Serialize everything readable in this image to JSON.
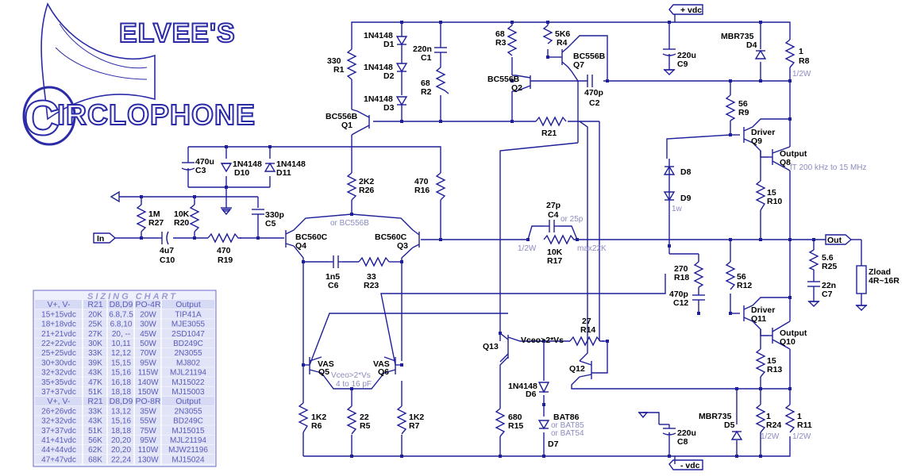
{
  "logo": {
    "line1": "ELVEE'S",
    "line2": "IRCLOPHONE",
    "big_letter": "C"
  },
  "components": {
    "d1": [
      "1N4148",
      "D1"
    ],
    "d2": [
      "1N4148",
      "D2"
    ],
    "d3": [
      "1N4148",
      "D3"
    ],
    "c1": [
      "220n",
      "C1"
    ],
    "r2": [
      "68",
      "R2"
    ],
    "r1": [
      "330",
      "R1"
    ],
    "q1": [
      "BC556B",
      "Q1"
    ],
    "r3": [
      "68",
      "R3"
    ],
    "r4": [
      "5K6",
      "R4"
    ],
    "q7": [
      "BC556B",
      "Q7"
    ],
    "q2": [
      "BC556B",
      "Q2"
    ],
    "c2": [
      "470p",
      "C2"
    ],
    "c9": [
      "220u",
      "C9"
    ],
    "d4": [
      "MBR735",
      "D4"
    ],
    "r8": [
      "1",
      "R8",
      "1/2W"
    ],
    "r9": [
      "56",
      "R9"
    ],
    "q9": [
      "Driver",
      "Q9"
    ],
    "q8": [
      "Output",
      "Q8"
    ],
    "ft": "fT 200 kHz to 15 MHz",
    "r21": [
      "R21"
    ],
    "c3": [
      "470u",
      "C3"
    ],
    "d10": [
      "1N4148",
      "D10"
    ],
    "d11": [
      "1N4148",
      "D11"
    ],
    "r26": [
      "2K2",
      "R26"
    ],
    "r16": [
      "470",
      "R16"
    ],
    "d8": "D8",
    "d9": "D9",
    "w1": "1w",
    "r10": [
      "15",
      "R10"
    ],
    "r27": [
      "1M",
      "R27"
    ],
    "r20": [
      "10K",
      "R20"
    ],
    "c5": [
      "330p",
      "C5"
    ],
    "orbc": "or BC556B",
    "in": "In",
    "c10": [
      "4u7",
      "C10"
    ],
    "r19": [
      "470",
      "R19"
    ],
    "q4": [
      "BC560C",
      "Q4"
    ],
    "q3": [
      "BC560C",
      "Q3"
    ],
    "c4": [
      "27p",
      "C4",
      "or 25p"
    ],
    "r17": [
      "10K",
      "R17",
      "1/2W",
      "max22K"
    ],
    "out": "Out",
    "r25": [
      "5.6",
      "R25"
    ],
    "c7": [
      "22n",
      "C7"
    ],
    "zload": [
      "Zload",
      "4R~16R"
    ],
    "c6": [
      "1n5",
      "C6"
    ],
    "r23": [
      "33",
      "R23"
    ],
    "r18": [
      "270",
      "R18"
    ],
    "c12": [
      "470p",
      "C12"
    ],
    "r12": [
      "56",
      "R12"
    ],
    "q11": [
      "Driver",
      "Q11"
    ],
    "q10": [
      "Output",
      "Q10"
    ],
    "q13": "Q13",
    "vceo": "Vceo>2*Vs",
    "r14": [
      "27",
      "R14"
    ],
    "q12": "Q12",
    "q5": [
      "VAS",
      "Q5"
    ],
    "q6": [
      "VAS",
      "Q6"
    ],
    "vasnote": [
      "Vceo>2*Vs",
      "4 to 16 pF"
    ],
    "d6": [
      "1N4148",
      "D6"
    ],
    "d7": [
      "BAT86",
      "D7",
      "or BAT85",
      "or BAT54"
    ],
    "r13": [
      "15",
      "R13"
    ],
    "r6": [
      "1K2",
      "R6"
    ],
    "r5": [
      "22",
      "R5"
    ],
    "r7": [
      "1K2",
      "R7"
    ],
    "r15": [
      "680",
      "R15"
    ],
    "c8": [
      "220u",
      "C8"
    ],
    "d5": [
      "MBR735",
      "D5"
    ],
    "r24": [
      "1",
      "R24",
      "1/2W"
    ],
    "r11": [
      "1",
      "R11",
      "1/2W"
    ],
    "vdc_top": "+ vdc",
    "vdc_bot": "- vdc"
  },
  "sizing_chart": {
    "title": "SIZING  CHART",
    "header_a": [
      "V+, V-",
      "R21",
      "D8,D9",
      "PO-4R",
      "Output"
    ],
    "rows_a": [
      [
        "15+15vdc",
        "20K",
        "6.8,7.5",
        "20W",
        "TIP41A"
      ],
      [
        "18+18vdc",
        "25K",
        "6.8,10",
        "30W",
        "MJE3055"
      ],
      [
        "21+21vdc",
        "27K",
        "20, --",
        "45W",
        "2SD1047"
      ],
      [
        "22+22vdc",
        "30K",
        "10,11",
        "50W",
        "BD249C"
      ],
      [
        "25+25vdc",
        "33K",
        "12,12",
        "70W",
        "2N3055"
      ],
      [
        "30+30vdc",
        "39K",
        "15,15",
        "95W",
        "MJ802"
      ],
      [
        "32+32vdc",
        "43K",
        "15,16",
        "115W",
        "MJL21194"
      ],
      [
        "35+35vdc",
        "47K",
        "16,18",
        "140W",
        "MJ15022"
      ],
      [
        "37+37vdc",
        "51K",
        "18,18",
        "150W",
        "MJ15003"
      ]
    ],
    "header_b": [
      "V+, V-",
      "R21",
      "D8,D9",
      "PO-8R",
      "Output"
    ],
    "rows_b": [
      [
        "26+26vdc",
        "33K",
        "13,12",
        "35W",
        "2N3055"
      ],
      [
        "32+32vdc",
        "43K",
        "15,16",
        "55W",
        "BD249C"
      ],
      [
        "37+37vdc",
        "51K",
        "18,18",
        "75W",
        "MJ15015"
      ],
      [
        "41+41vdc",
        "56K",
        "20,20",
        "95W",
        "MJL21194"
      ],
      [
        "44+44vdc",
        "62K",
        "20,20",
        "110W",
        "MJW21196"
      ],
      [
        "47+47vdc",
        "68K",
        "22,24",
        "130W",
        "MJ15024"
      ]
    ]
  }
}
